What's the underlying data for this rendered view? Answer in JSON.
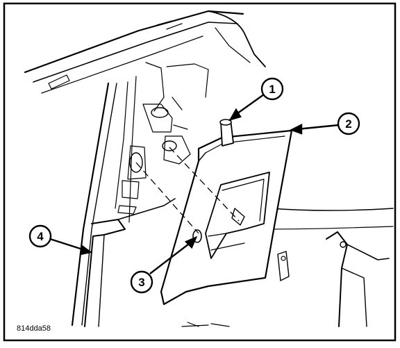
{
  "figure": {
    "image_code": "814dda58",
    "callouts": [
      {
        "id": "1",
        "label": "1"
      },
      {
        "id": "2",
        "label": "2"
      },
      {
        "id": "3",
        "label": "3"
      },
      {
        "id": "4",
        "label": "4"
      }
    ]
  }
}
